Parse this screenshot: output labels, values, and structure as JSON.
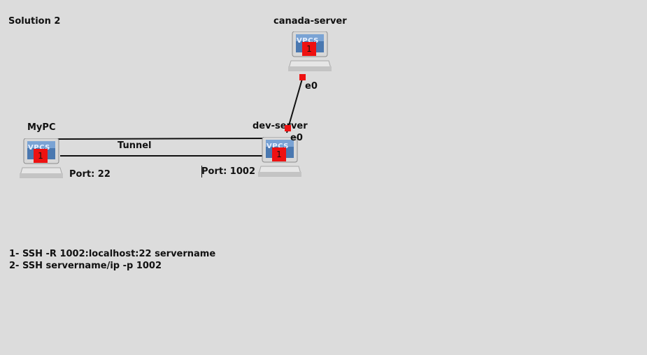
{
  "title": "Solution 2",
  "nodes": {
    "canada": {
      "name": "canada-server",
      "icon_text": "VPCS",
      "badge": "1"
    },
    "dev": {
      "name": "dev-server",
      "icon_text": "VPCS",
      "badge": "1"
    },
    "mypc": {
      "name": "MyPC",
      "icon_text": "VPCS",
      "badge": "1"
    }
  },
  "interfaces": {
    "canada_e0": "e0",
    "dev_e0": "e0"
  },
  "labels": {
    "tunnel": "Tunnel",
    "port_mypc": "Port: 22",
    "port_dev": "Port: 1002"
  },
  "instructions": [
    "1- SSH -R 1002:localhost:22 servername",
    "2- SSH servername/ip -p 1002"
  ],
  "colors": {
    "background": "#dcdcdc",
    "badge": "#ee1111",
    "screen": "#4a78b0"
  }
}
